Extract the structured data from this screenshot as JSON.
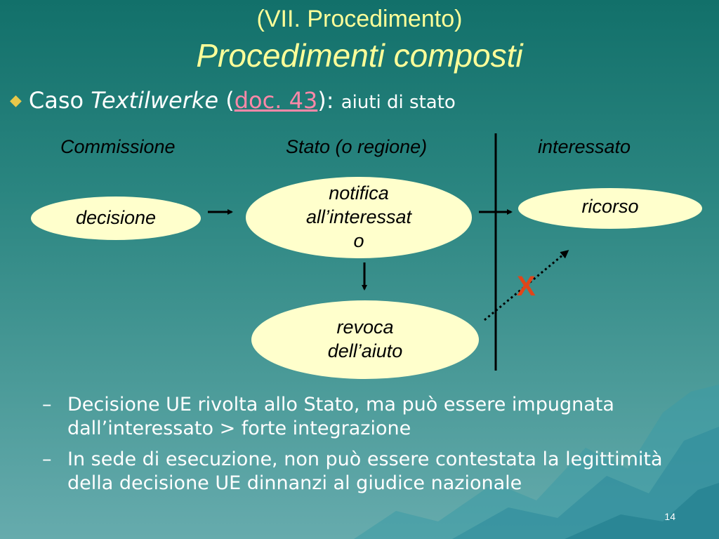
{
  "slide": {
    "title_line1": "(VII. Procedimento)",
    "title_line2": "Procedimenti composti",
    "bullet": {
      "prefix": "Caso ",
      "case_name": "Textilwerke",
      "open_paren": " (",
      "link_text": "doc. 43",
      "close_paren": "): ",
      "topic": "aiuti di stato"
    },
    "columns": {
      "col1": "Commissione",
      "col2": "Stato (o regione)",
      "col3": "interessato"
    },
    "nodes": {
      "decisione": "decisione",
      "notifica_line1": "notifica",
      "notifica_line2": "all’interessat",
      "notifica_line3": "o",
      "revoca_line1": "revoca",
      "revoca_line2": "dell’aiuto",
      "ricorso": "ricorso"
    },
    "blocked_mark": "X",
    "sub_bullets": [
      {
        "dash": "–",
        "text": "Decisione UE rivolta allo Stato, ma può essere impugnata dall’interessato > forte integrazione"
      },
      {
        "dash": "–",
        "text": "In sede di esecuzione, non può essere contestata la legittimità della decisione UE dinnanzi al giudice nazionale"
      }
    ],
    "page_number": "14"
  },
  "colors": {
    "title": "#ffff99",
    "ellipse_fill": "#ffffcc",
    "link": "#ff88a8",
    "cross": "#e0451a",
    "bullet_diamond": "#e8c84a"
  },
  "icons": {
    "bullet": "diamond-bullet-icon",
    "arrows": "arrow-right-icon"
  }
}
